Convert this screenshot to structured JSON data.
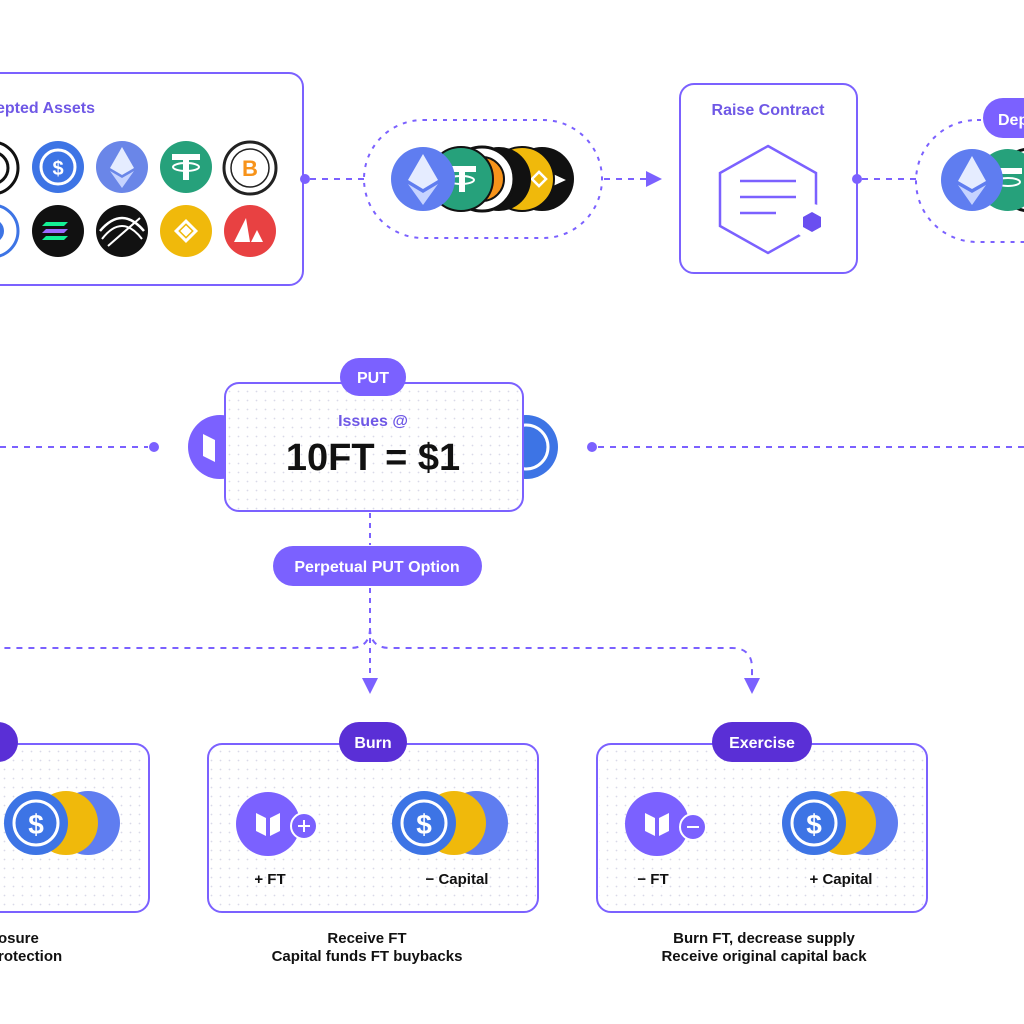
{
  "colors": {
    "accent": "#7b61ff",
    "accent_dark": "#5a2fd6",
    "text_purple": "#6f58e6",
    "text_dark": "#111111",
    "dot": "#dcdcec"
  },
  "accepted_assets": {
    "title": "epted Assets",
    "icons": [
      "coin-icon",
      "usdc-icon",
      "ethereum-icon",
      "tether-icon",
      "bitcoin-icon",
      "coin-icon",
      "solana-icon",
      "coin-icon",
      "binance-icon",
      "avalanche-icon"
    ]
  },
  "raise_contract": {
    "title": "Raise Contract"
  },
  "deposit_right": {
    "label": "Dep"
  },
  "put": {
    "tab": "PUT",
    "issues": "Issues @",
    "rate": "10FT = $1",
    "option_button": "Perpetual PUT Option"
  },
  "panels": {
    "left": {
      "tab": "",
      "caption_1": "osure",
      "caption_2": "rotection"
    },
    "burn": {
      "tab": "Burn",
      "ft": "+ FT",
      "capital": "− Capital",
      "caption_1": "Receive FT",
      "caption_2": "Capital funds FT buybacks"
    },
    "exercise": {
      "tab": "Exercise",
      "ft": "− FT",
      "capital": "+ Capital",
      "caption_1": "Burn FT, decrease supply",
      "caption_2": "Receive original capital back"
    }
  }
}
